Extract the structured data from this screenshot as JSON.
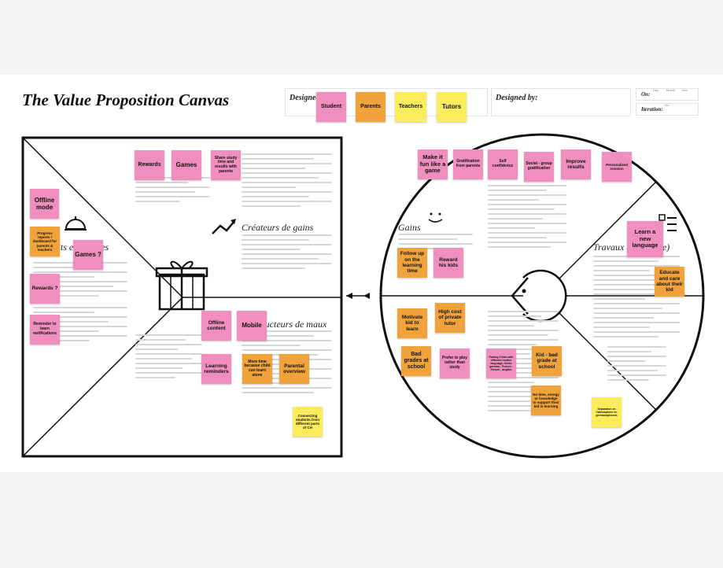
{
  "canvas": {
    "title": "The Value Proposition Canvas",
    "header": {
      "designed_for_label": "Designed",
      "designed_by_label": "Designed by:",
      "on_label": "On:",
      "iteration_label": "Iteration:",
      "date_labels": [
        "Day",
        "Month",
        "Year"
      ],
      "iteration_small": "No."
    },
    "sections": {
      "gain_creators": "Créateurs de gains",
      "products_services": "Produits et services",
      "pain_relievers": "Réducteurs de maux",
      "gains": "Gains",
      "customer_jobs": "Travaux du client(e)"
    }
  },
  "notes": {
    "student": "Student",
    "parents": "Parents",
    "teachers": "Teachers",
    "tutors": "Tutors",
    "rewards_top": "Rewards",
    "games_top": "Games",
    "share_study": "Share study time and results with parents",
    "offline_mode": "Offline mode",
    "progress_reports": "Progress reports / dashboard for parents & teachers",
    "games_q": "Games ?",
    "rewards_q": "Rewards ?",
    "reminder": "Reminder to learn notifications",
    "offline_content": "Offline content",
    "mobile": "Mobile",
    "learning_reminders": "Learning reminders",
    "more_time": "More time because child can learn alone",
    "parental_overview": "Parental overview",
    "connecting": "Connecting students from different parts of CH",
    "make_fun": "Make it fun like a game",
    "gratification": "Gratification from parents",
    "self_confidence": "Self confidence",
    "social_group": "Social - group gratification",
    "improve_results": "Improve results",
    "personalized": "Personalized revision",
    "follow_up": "Follow up on the learning time",
    "reward_kids": "Reward his kids",
    "learn_language": "Learn a new language",
    "educate": "Educate and care about their kid",
    "motivate": "Motivate kid to learn",
    "high_cost": "High cost of private tutor",
    "bad_grades": "Bad grades at school",
    "prefer_play": "Prefer to play rather than study",
    "pairing": "Pairing 2 kids with different mother language, Swiss german - French - French - anglais",
    "kid_bad": "Kid - bad grade at school",
    "no_time": "No time, energy or knowledge to support their kid in learning",
    "separation": "Séparation en l'atmosphère en germanophones"
  }
}
